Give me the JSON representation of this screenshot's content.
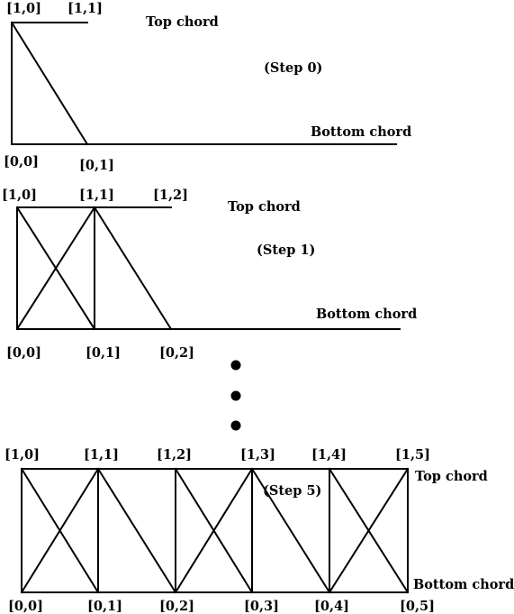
{
  "steps": [
    {
      "title": "(Step 0)",
      "top_label": "Top chord",
      "bottom_label": "Bottom chord",
      "nodes": [
        "[1,0]",
        "[1,1]",
        "[0,0]",
        "[0,1]"
      ]
    },
    {
      "title": "(Step 1)",
      "top_label": "Top chord",
      "bottom_label": "Bottom chord",
      "nodes": [
        "[1,0]",
        "[1,1]",
        "[1,2]",
        "[0,0]",
        "[0,1]",
        "[0,2]"
      ]
    },
    {
      "title": "(Step 5)",
      "top_label": "Top chord",
      "bottom_label": "Bottom chord",
      "nodes": [
        "[1,0]",
        "[1,1]",
        "[1,2]",
        "[1,3]",
        "[1,4]",
        "[1,5]",
        "[0,0]",
        "[0,1]",
        "[0,2]",
        "[0,3]",
        "[0,4]",
        "[0,5]"
      ]
    }
  ],
  "ellipsis_dots": 3
}
